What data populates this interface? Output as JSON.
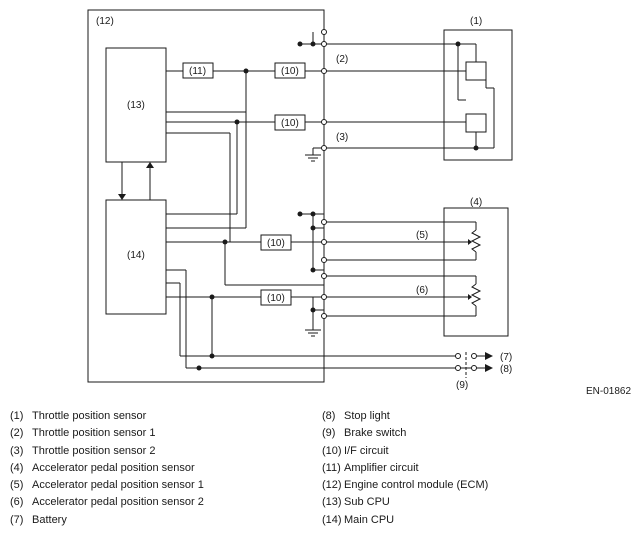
{
  "diagram": {
    "labels": {
      "ecm": "(12)",
      "sub_cpu": "(13)",
      "main_cpu": "(14)",
      "amp": "(11)",
      "if1": "(10)",
      "if2": "(10)",
      "if3": "(10)",
      "if4": "(10)",
      "tps": "(1)",
      "tps1": "(2)",
      "tps2": "(3)",
      "apps": "(4)",
      "apps1": "(5)",
      "apps2": "(6)",
      "battery": "(7)",
      "stop_light": "(8)",
      "brake_switch": "(9)"
    },
    "code": "EN-01862"
  },
  "legend": {
    "left": [
      {
        "num": "(1)",
        "text": "Throttle position sensor"
      },
      {
        "num": "(2)",
        "text": "Throttle position sensor 1"
      },
      {
        "num": "(3)",
        "text": "Throttle position sensor 2"
      },
      {
        "num": "(4)",
        "text": "Accelerator pedal position sensor"
      },
      {
        "num": "(5)",
        "text": "Accelerator pedal position sensor 1"
      },
      {
        "num": "(6)",
        "text": "Accelerator pedal position sensor 2"
      },
      {
        "num": "(7)",
        "text": "Battery"
      }
    ],
    "right": [
      {
        "num": "(8)",
        "text": "Stop light"
      },
      {
        "num": "(9)",
        "text": "Brake switch"
      },
      {
        "num": "(10)",
        "text": "I/F circuit"
      },
      {
        "num": "(11)",
        "text": "Amplifier circuit"
      },
      {
        "num": "(12)",
        "text": "Engine control module (ECM)"
      },
      {
        "num": "(13)",
        "text": "Sub CPU"
      },
      {
        "num": "(14)",
        "text": "Main CPU"
      }
    ]
  }
}
